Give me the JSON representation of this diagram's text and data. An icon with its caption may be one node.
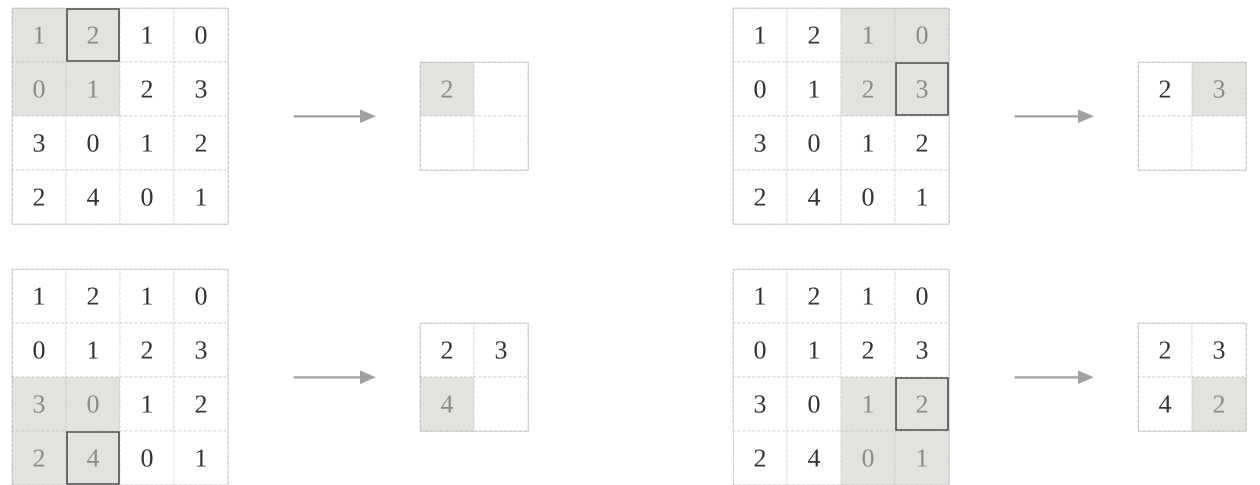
{
  "diagram": {
    "nodes": [
      {
        "text": [],
        "shape": "box"
      },
      {
        "text": [
          "1"
        ],
        "in": 0
      },
      {
        "text": [
          "2"
        ],
        "in": 0
      },
      {
        "text": [
          "1"
        ],
        "in": 0
      },
      {
        "text": [
          "0"
        ],
        "in": 0
      },
      {
        "text": [
          "0"
        ],
        "in": 0
      },
      {
        "text": [
          "1"
        ],
        "in": 0
      },
      {
        "text": [
          "2"
        ],
        "in": 0
      },
      {
        "text": [
          "3"
        ],
        "in": 0
      },
      {
        "text": [
          "3"
        ],
        "in": 0
      },
      {
        "text": [
          "0"
        ],
        "in": 0
      },
      {
        "text": [
          "1"
        ],
        "in": 0
      },
      {
        "text": [
          "2"
        ],
        "in": 0
      },
      {
        "text": [
          "2"
        ],
        "in": 0
      },
      {
        "text": [
          "4"
        ],
        "in": 0
      },
      {
        "text": [
          "0"
        ],
        "in": 0
      },
      {
        "text": [
          "1"
        ],
        "in": 0
      },
      {
        "text": [],
        "shape": "box"
      },
      {
        "text": [
          "2"
        ],
        "in": 17
      },
      {
        "text": [],
        "shape": "box",
        "in": 17
      },
      {
        "text": [],
        "shape": "box",
        "in": 17
      },
      {
        "text": [],
        "shape": "box",
        "in": 17
      },
      {
        "text": [],
        "shape": "box"
      },
      {
        "text": [
          "1"
        ],
        "in": 22
      },
      {
        "text": [
          "2"
        ],
        "in": 22
      },
      {
        "text": [
          "1"
        ],
        "in": 22
      },
      {
        "text": [
          "0"
        ],
        "in": 22
      },
      {
        "text": [
          "0"
        ],
        "in": 22
      },
      {
        "text": [
          "1"
        ],
        "in": 22
      },
      {
        "text": [
          "2"
        ],
        "in": 22
      },
      {
        "text": [
          "3"
        ],
        "in": 22
      },
      {
        "text": [
          "3"
        ],
        "in": 22
      },
      {
        "text": [
          "0"
        ],
        "in": 22
      },
      {
        "text": [
          "1"
        ],
        "in": 22
      },
      {
        "text": [
          "2"
        ],
        "in": 22
      },
      {
        "text": [
          "2"
        ],
        "in": 22
      },
      {
        "text": [
          "4"
        ],
        "in": 22
      },
      {
        "text": [
          "0"
        ],
        "in": 22
      },
      {
        "text": [
          "1"
        ],
        "in": 22
      },
      {
        "text": [],
        "shape": "box"
      },
      {
        "text": [
          "2"
        ],
        "in": 39
      },
      {
        "text": [
          "3"
        ],
        "in": 39
      },
      {
        "text": [],
        "shape": "box",
        "in": 39
      },
      {
        "text": [],
        "shape": "box",
        "in": 39
      },
      {
        "text": [],
        "shape": "box"
      },
      {
        "text": [
          "1"
        ],
        "in": 44
      },
      {
        "text": [
          "2"
        ],
        "in": 44
      },
      {
        "text": [
          "1"
        ],
        "in": 44
      },
      {
        "text": [
          "0"
        ],
        "in": 44
      },
      {
        "text": [
          "0"
        ],
        "in": 44
      },
      {
        "text": [
          "1"
        ],
        "in": 44
      },
      {
        "text": [
          "2"
        ],
        "in": 44
      },
      {
        "text": [
          "3"
        ],
        "in": 44
      },
      {
        "text": [
          "3"
        ],
        "in": 44
      },
      {
        "text": [
          "0"
        ],
        "in": 44
      },
      {
        "text": [
          "1"
        ],
        "in": 44
      },
      {
        "text": [
          "2"
        ],
        "in": 44
      },
      {
        "text": [
          "2"
        ],
        "in": 44
      },
      {
        "text": [
          "4"
        ],
        "in": 44
      },
      {
        "text": [
          "0"
        ],
        "in": 44
      },
      {
        "text": [
          "1"
        ],
        "in": 44
      },
      {
        "text": [],
        "shape": "box"
      },
      {
        "text": [
          "2"
        ],
        "in": 61
      },
      {
        "text": [
          "3"
        ],
        "in": 61
      },
      {
        "text": [
          "4"
        ],
        "in": 61
      },
      {
        "text": [],
        "shape": "box",
        "in": 61
      },
      {
        "text": [],
        "shape": "box"
      },
      {
        "text": [
          "1"
        ],
        "in": 66
      },
      {
        "text": [
          "2"
        ],
        "in": 66
      },
      {
        "text": [
          "1"
        ],
        "in": 66
      },
      {
        "text": [
          "0"
        ],
        "in": 66
      },
      {
        "text": [
          "0"
        ],
        "in": 66
      },
      {
        "text": [
          "1"
        ],
        "in": 66
      },
      {
        "text": [
          "2"
        ],
        "in": 66
      },
      {
        "text": [
          "3"
        ],
        "in": 66
      },
      {
        "text": [
          "3"
        ],
        "in": 66
      },
      {
        "text": [
          "0"
        ],
        "in": 66
      },
      {
        "text": [
          "1"
        ],
        "in": 66
      },
      {
        "text": [
          "2"
        ],
        "in": 66
      },
      {
        "text": [
          "2"
        ],
        "in": 66
      },
      {
        "text": [
          "4"
        ],
        "in": 66
      },
      {
        "text": [
          "0"
        ],
        "in": 66
      },
      {
        "text": [
          "1"
        ],
        "in": 66
      },
      {
        "text": [],
        "shape": "box"
      },
      {
        "text": [
          "2"
        ],
        "in": 83
      },
      {
        "text": [
          "3"
        ],
        "in": 83
      },
      {
        "text": [
          "4"
        ],
        "in": 83
      },
      {
        "text": [
          "2"
        ],
        "in": 83
      }
    ],
    "edges": [
      {
        "from": 0,
        "to": 17,
        "arrow": "to"
      },
      {
        "from": 22,
        "to": 39,
        "arrow": "to"
      },
      {
        "from": 44,
        "to": 61,
        "arrow": "to"
      },
      {
        "from": 66,
        "to": 83,
        "arrow": "to"
      }
    ]
  }
}
